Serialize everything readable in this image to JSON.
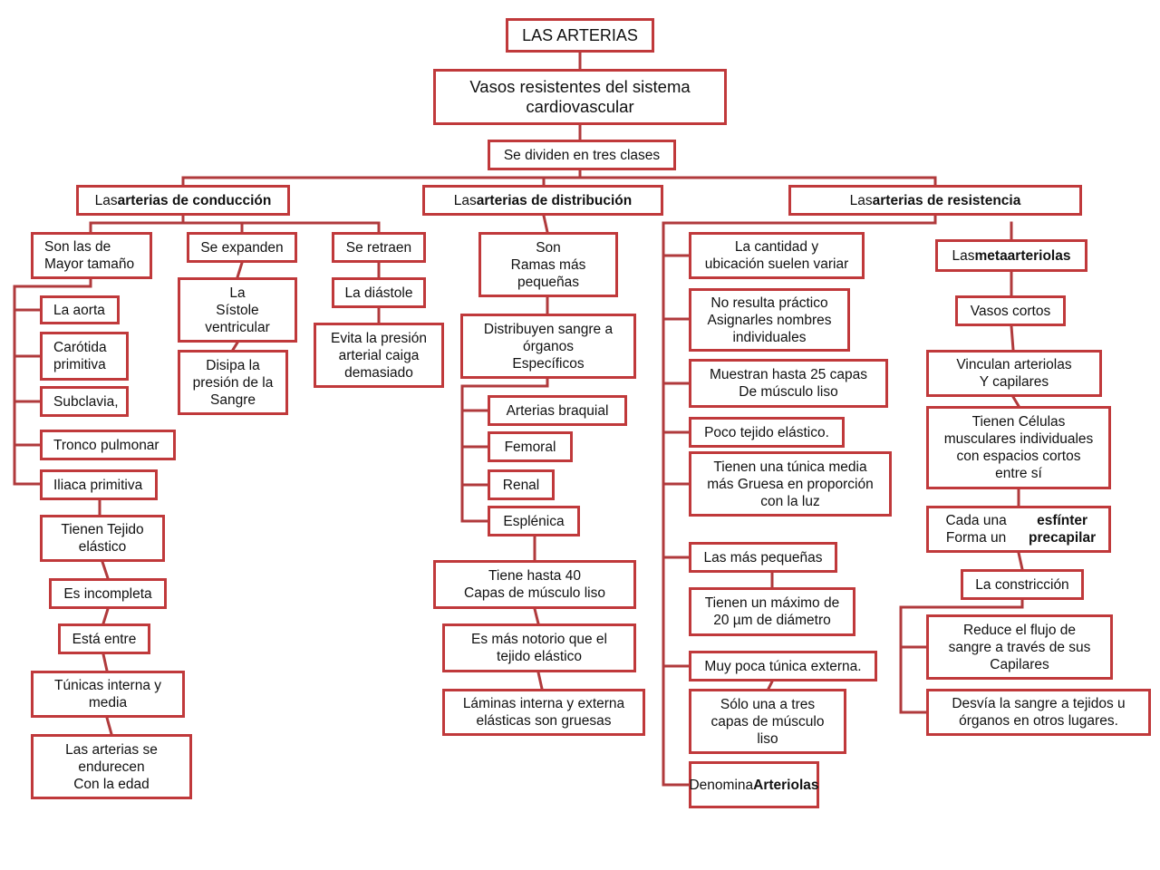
{
  "title": "LAS ARTERIAS",
  "root_desc": "Vasos resistentes del sistema\ncardiovascular",
  "divide": "Se dividen en tres clases",
  "classes": {
    "conduccion": {
      "pre": "Las ",
      "bold": "arterias de conducción"
    },
    "distribucion": {
      "pre": "Las ",
      "bold": "arterias de distribución"
    },
    "resistencia": {
      "pre": "Las ",
      "bold": "arterias de resistencia"
    }
  },
  "conduccion": {
    "mayor": "Son las de\nMayor tamaño",
    "ejemplos": [
      "La aorta",
      "Carótida\nprimitiva",
      "Subclavia,",
      "Tronco pulmonar",
      "Iliaca primitiva"
    ],
    "cadena": [
      "Tienen Tejido\nelástico",
      "Es incompleta",
      "Está entre",
      "Túnicas interna y\nmedia",
      "Las arterias se\nendurecen\nCon la edad"
    ],
    "expanden": "Se expanden",
    "sistole": "La\nSístole\nventricular",
    "disipa": "Disipa la\npresión de la\nSangre",
    "retraen": "Se retraen",
    "diastole": "La diástole",
    "evita": "Evita la presión\narterial caiga\ndemasiado"
  },
  "distribucion": {
    "ramas": "Son\nRamas más\npequeñas",
    "distribuyen": "Distribuyen sangre a\nórganos\nEspecíficos",
    "ejemplos": [
      "Arterias braquial",
      "Femoral",
      "Renal",
      "Esplénica"
    ],
    "cadena": [
      "Tiene hasta 40\nCapas de músculo liso",
      "Es más notorio que el\ntejido elástico",
      "Láminas interna y externa\nelásticas son gruesas"
    ]
  },
  "resistencia": {
    "lista": [
      "La cantidad y\nubicación suelen variar",
      "No resulta práctico\nAsignarles nombres\nindividuales",
      "Muestran hasta 25 capas\nDe músculo liso",
      "Poco tejido elástico.",
      "Tienen una túnica media\nmás  Gruesa en proporción\ncon la luz",
      "Las más pequeñas",
      "Tienen un máximo de\n20 µm de diámetro",
      "Muy poca túnica externa.",
      "Sólo una a tres\ncapas de músculo\nliso"
    ],
    "denomina": {
      "pre": "Denomina\n",
      "bold": "Arteriolas"
    },
    "metaarteriolas": {
      "pre": "Las ",
      "bold": "metaarteriolas"
    },
    "meta_cadena": [
      "Vasos cortos",
      "Vinculan arteriolas\nY capilares",
      "Tienen Células\nmusculares individuales\ncon espacios cortos\nentre sí"
    ],
    "esfinter": {
      "pre": "Cada una Forma un\n",
      "bold": "esfínter precapilar"
    },
    "constriccion": "La constricción",
    "efectos": [
      "Reduce el flujo de\nsangre a través de sus\nCapilares",
      "Desvía la sangre a tejidos u\nórganos en otros lugares."
    ]
  },
  "colors": {
    "border": "#c0393b",
    "connector": "#b03a3c"
  }
}
